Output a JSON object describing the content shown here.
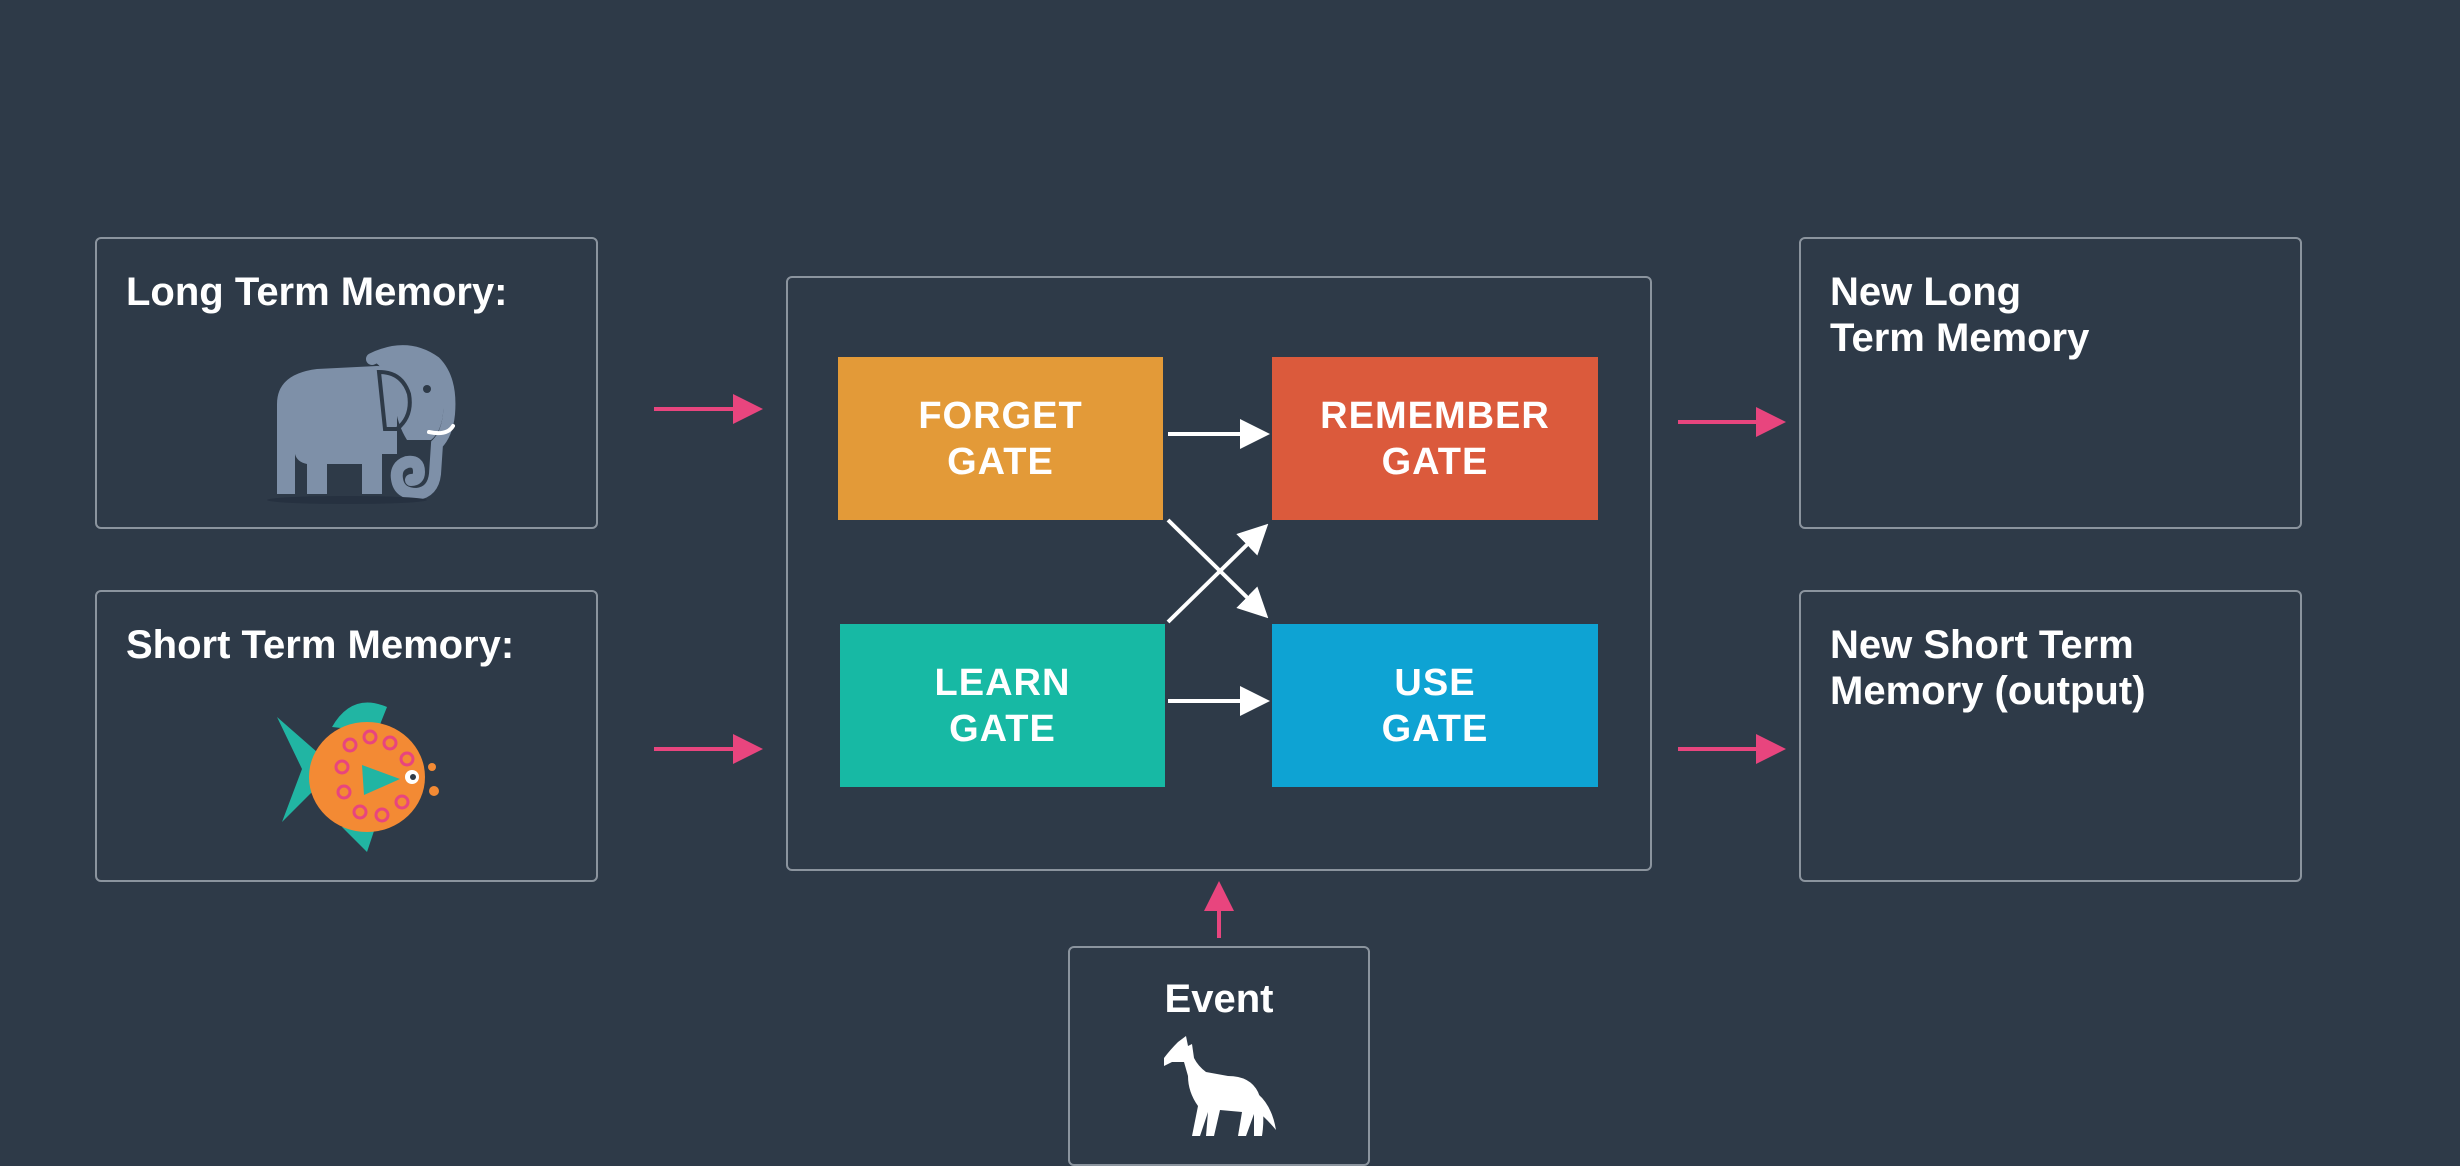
{
  "inputs": {
    "long_term_memory_label": "Long Term Memory:",
    "short_term_memory_label": "Short Term Memory:",
    "event_label": "Event"
  },
  "outputs": {
    "new_long_term_memory_label": "New Long\nTerm Memory",
    "new_short_term_memory_label": "New Short Term\nMemory (output)"
  },
  "gates": {
    "forget": "FORGET\nGATE",
    "remember": "REMEMBER\nGATE",
    "learn": "LEARN\nGATE",
    "use": "USE\nGATE"
  },
  "icons": {
    "long_term": "elephant-icon",
    "short_term": "fish-icon",
    "event": "wolf-icon"
  },
  "colors": {
    "background": "#2e3a48",
    "panel_border": "#8b949e",
    "input_arrow": "#e8457e",
    "internal_arrow": "#ffffff",
    "forget_gate": "#e39a38",
    "remember_gate": "#db5a3c",
    "learn_gate": "#17b9a4",
    "use_gate": "#0ea3d3",
    "elephant": "#7e90a8",
    "fish_body": "#f38a34",
    "fish_fin": "#21b5a3"
  }
}
